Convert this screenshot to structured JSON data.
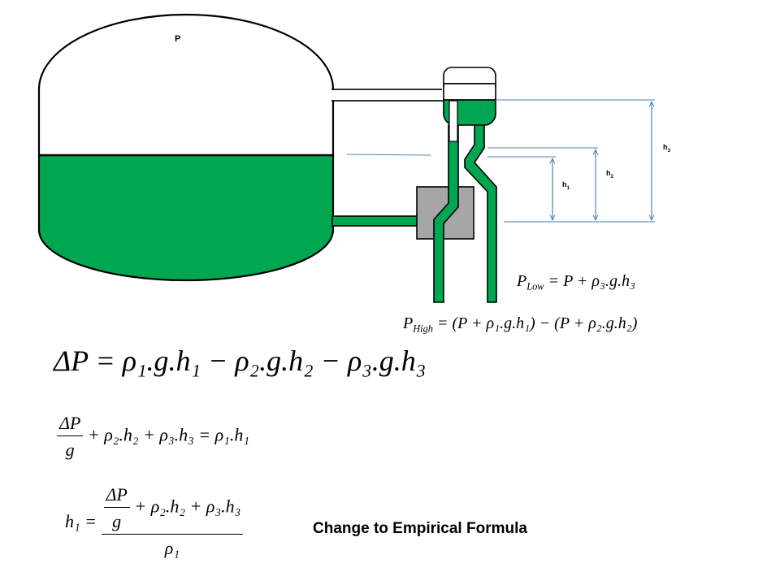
{
  "vessel": {
    "pressure_label": "P"
  },
  "heights": [
    {
      "sym": "h",
      "sub": "1"
    },
    {
      "sym": "h",
      "sub": "2"
    },
    {
      "sym": "h",
      "sub": "3"
    }
  ],
  "colors": {
    "liquid": "#00a650",
    "transmitter": "#a6a6a6",
    "line": "#4f81bd"
  },
  "equations": {
    "p_low": {
      "lhs": "P",
      "lhs_sub": "Low",
      "rhs": "= P + ρ₃.g.h₃"
    },
    "p_high": {
      "lhs": "P",
      "lhs_sub": "High",
      "rhs": "= (P + ρ₁.g.h₁) − (P + ρ₂.g.h₂)"
    },
    "delta_p": "ΔP = ρ₁.g.h₁ − ρ₂.g.h₂ − ρ₃.g.h₃",
    "eq2": {
      "num": "ΔP",
      "den": "g",
      "rest": "+ ρ₂.h₂ + ρ₃.h₃ = ρ₁.h₁"
    },
    "eq3": {
      "lhs": "h₁ =",
      "inner_num": "ΔP",
      "inner_den": "g",
      "num_rest": "+ ρ₂.h₂ + ρ₃.h₃",
      "den": "ρ₁"
    }
  },
  "note": "Change to Empirical Formula"
}
